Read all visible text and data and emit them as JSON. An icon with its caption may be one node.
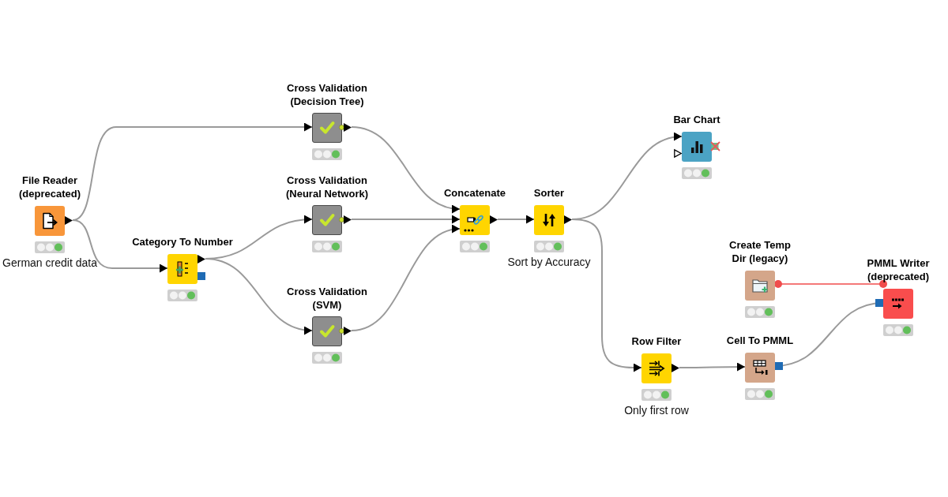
{
  "diagram": {
    "nodes": [
      {
        "text": [
          "File Reader (deprecated)"
        ],
        "beside": [
          "German credit data"
        ]
      },
      {
        "text": [
          "Category To Number"
        ]
      },
      {
        "text": [
          "Cross Validation (Decision Tree)"
        ]
      },
      {
        "text": [
          "Cross Validation (Neural Network)"
        ]
      },
      {
        "text": [
          "Cross Validation (SVM)"
        ]
      },
      {
        "text": [
          "Concatenate"
        ]
      },
      {
        "text": [
          "Sorter"
        ],
        "beside": [
          "Sort by Accuracy"
        ]
      },
      {
        "text": [
          "Bar Chart"
        ]
      },
      {
        "text": [
          "Create Temp Dir (legacy)"
        ]
      },
      {
        "text": [
          "PMML Writer (deprecated)"
        ]
      },
      {
        "text": [
          "Row Filter"
        ],
        "beside": [
          "Only first row"
        ]
      },
      {
        "text": [
          "Cell To PMML"
        ]
      }
    ],
    "edges": [
      {
        "from": 0,
        "to": 2,
        "arrow": "to"
      },
      {
        "from": 0,
        "to": 1,
        "arrow": "to"
      },
      {
        "from": 1,
        "to": 3,
        "arrow": "to"
      },
      {
        "from": 1,
        "to": 4,
        "arrow": "to"
      },
      {
        "from": 2,
        "to": 5,
        "arrow": "to"
      },
      {
        "from": 3,
        "to": 5,
        "arrow": "to"
      },
      {
        "from": 4,
        "to": 5,
        "arrow": "to"
      },
      {
        "from": 5,
        "to": 6,
        "arrow": "to"
      },
      {
        "from": 6,
        "to": 7,
        "arrow": "to"
      },
      {
        "from": 6,
        "to": 10,
        "arrow": "to"
      },
      {
        "from": 10,
        "to": 11,
        "arrow": "to"
      },
      {
        "from": 11,
        "to": 9,
        "arrow": "other"
      },
      {
        "from": 8,
        "to": 9,
        "arrow": "other",
        "color": "#f04c4c"
      }
    ]
  }
}
